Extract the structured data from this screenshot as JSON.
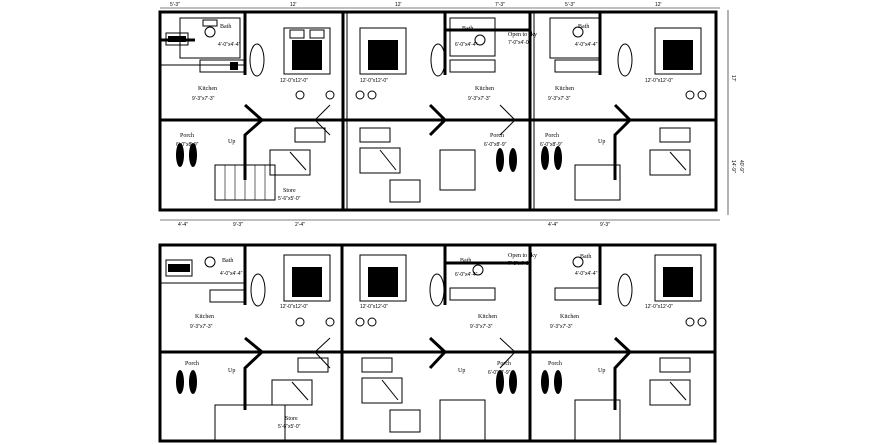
{
  "colors": {
    "ink": "#000000",
    "paper": "#ffffff"
  },
  "labels": {
    "bath": "Bath",
    "kitchen": "Kitchen",
    "porch": "Porch",
    "open_to_sky": "Open to sky",
    "up": "Up",
    "bath_size": "4'-0\"x4'-4\"",
    "bath_size_b": "6'-0\"x4'-4\"",
    "sky_size": "7'-0\"x4'-0\"",
    "bed_size": "12'-0\"x12'-0\"",
    "kitchen_size": "9'-3\"x7'-3\"",
    "porch_size": "6'-0\"x8'-9\"",
    "store": "Store",
    "store_size": "5'-6\"x5'-0\""
  },
  "dimensions": {
    "top_1": "5'-3\"",
    "top_2": "12'",
    "top_3": "12'",
    "top_4": "7'-3\"",
    "top_5": "5'-3\"",
    "top_6": "12'",
    "bottom_1": "4'-4\"",
    "bottom_2": "9'-3\"",
    "bottom_3": "2'-4\"",
    "bottom_4": "4'-4\"",
    "bottom_5": "9'-3\"",
    "side_1": "17'",
    "side_2": "14'-9\"",
    "side_3": "40'-9\""
  }
}
